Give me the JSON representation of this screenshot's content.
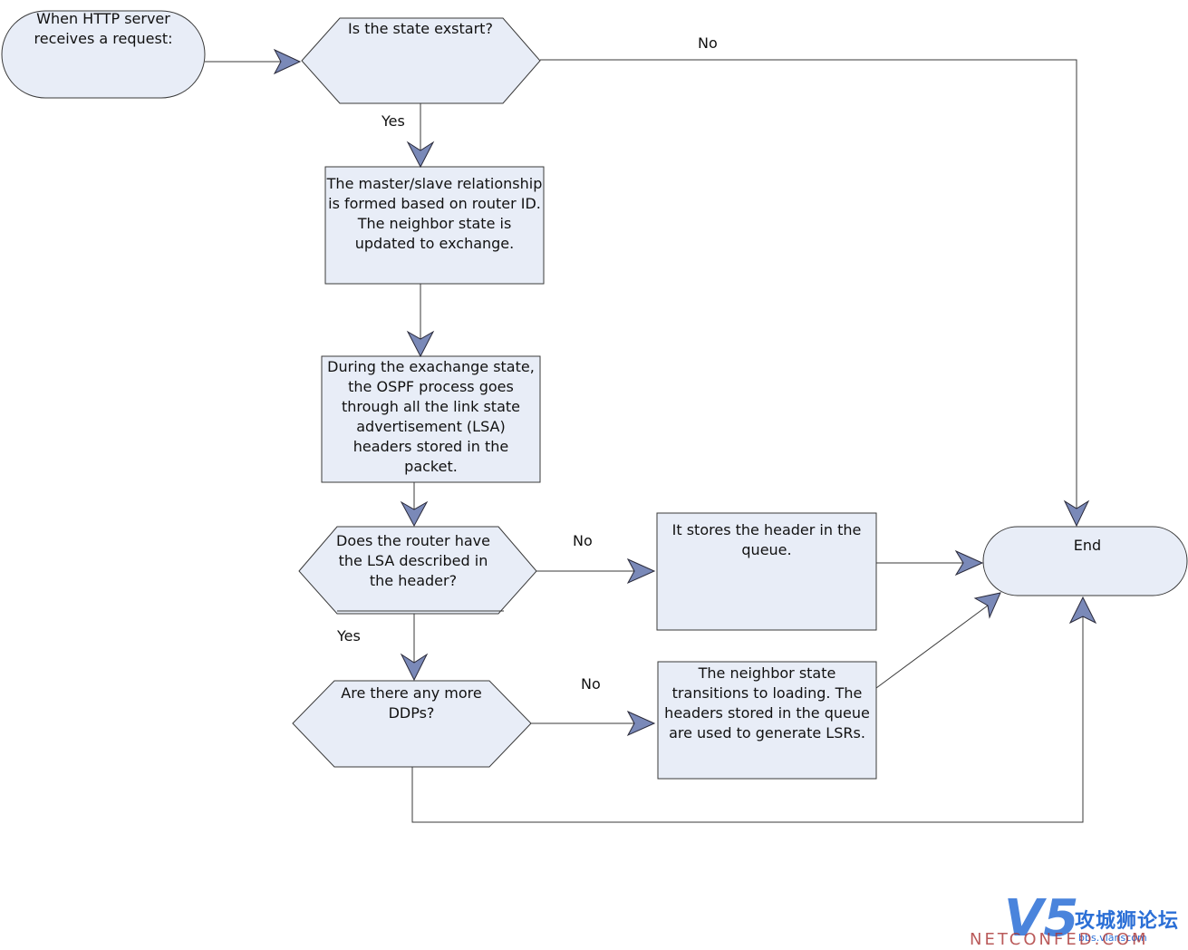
{
  "nodes": {
    "start": "When HTTP server\nreceives a request:",
    "decision_exstart": "Is the state exstart?",
    "master_slave": "The master/slave relationship\nis formed based on router ID.\nThe neighbor state is\nupdated to exchange.",
    "exchange_process": "During the exachange state,\nthe OSPF process goes\nthrough all the link state\nadvertisement (LSA)\nheaders stored in the\npacket.",
    "decision_has_lsa": "Does the router have\nthe LSA described in\nthe header?",
    "store_header": "It stores the header in the\nqueue.",
    "decision_more_ddps": "Are there any more\nDDPs?",
    "loading": "The neighbor state\ntransitions to loading. The\nheaders stored in the queue\nare used to generate LSRs.",
    "end": "End"
  },
  "edge_labels": {
    "exstart_no": "No",
    "exstart_yes": "Yes",
    "has_lsa_no": "No",
    "has_lsa_yes": "Yes",
    "more_ddps_no": "No"
  },
  "watermark": {
    "logo": "V5",
    "site_name": "攻城狮论坛",
    "url": "bbs.vlanscom",
    "brand": "NETCONFED.COM"
  },
  "colors": {
    "shape_fill": "#e8edf7",
    "arrow_fill": "#7a89b8",
    "watermark_blue": "#2b6fd6"
  }
}
